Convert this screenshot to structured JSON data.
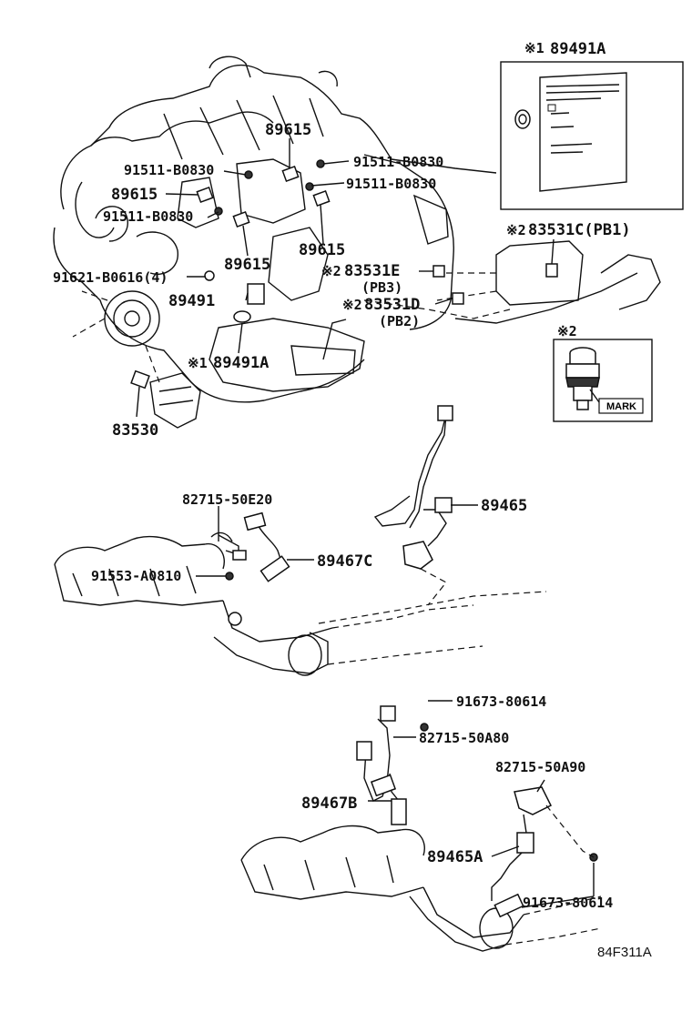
{
  "diagram_code": "84F311A",
  "note_marks": {
    "n1": "※1",
    "n2": "※2"
  },
  "labels": {
    "p89491A_top": "89491A",
    "p89615_a": "89615",
    "p91511_a": "91511-B0830",
    "p91511_b": "91511-B0830",
    "p89615_b": "89615",
    "p91511_c": "91511-B0830",
    "p91511_d": "91511-B0830",
    "p89615_c": "89615",
    "p89615_d": "89615",
    "p83531C": "83531C(PB1)",
    "p91621": "91621-B0616(4)",
    "p83531E": "83531E",
    "pPB3": "(PB3)",
    "p89491": "89491",
    "p83531D": "83531D",
    "pPB2": "(PB2)",
    "p89491A_bot": "89491A",
    "p83530": "83530",
    "mark": "MARK",
    "p82715_50E20": "82715-50E20",
    "p89465": "89465",
    "p89467C": "89467C",
    "p91553": "91553-A0810",
    "p91673_a": "91673-80614",
    "p82715_50A80": "82715-50A80",
    "p82715_50A90": "82715-50A90",
    "p89467B": "89467B",
    "p89465A": "89465A",
    "p91673_b": "91673-80614"
  }
}
